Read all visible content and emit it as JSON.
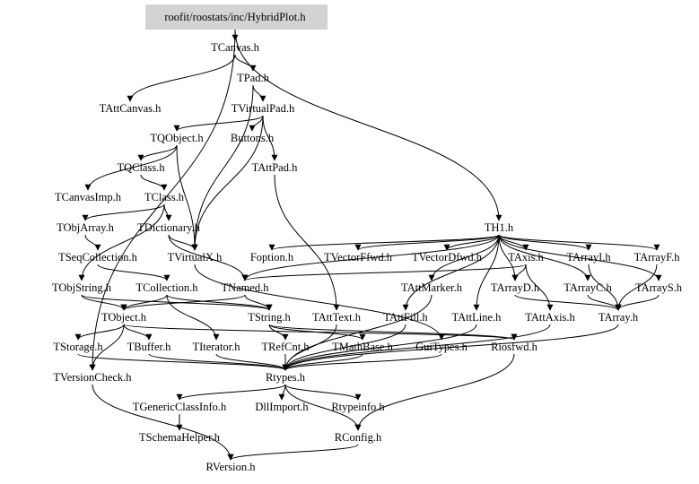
{
  "root": "roofit/roostats/inc/HybridPlot.h",
  "nodes": [
    {
      "id": "root",
      "label": "roofit/roostats/inc/HybridPlot.h"
    },
    {
      "id": "TCanvas",
      "label": "TCanvas.h"
    },
    {
      "id": "TPad",
      "label": "TPad.h"
    },
    {
      "id": "TAttCanvas",
      "label": "TAttCanvas.h"
    },
    {
      "id": "TVirtualPad",
      "label": "TVirtualPad.h"
    },
    {
      "id": "TQObject",
      "label": "TQObject.h"
    },
    {
      "id": "Buttons",
      "label": "Buttons.h"
    },
    {
      "id": "TQClass",
      "label": "TQClass.h"
    },
    {
      "id": "TAttPad",
      "label": "TAttPad.h"
    },
    {
      "id": "TCanvasImp",
      "label": "TCanvasImp.h"
    },
    {
      "id": "TClass",
      "label": "TClass.h"
    },
    {
      "id": "TObjArray",
      "label": "TObjArray.h"
    },
    {
      "id": "TDictionary",
      "label": "TDictionary.h"
    },
    {
      "id": "TH1",
      "label": "TH1.h"
    },
    {
      "id": "TSeqCollection",
      "label": "TSeqCollection.h"
    },
    {
      "id": "TVirtualX",
      "label": "TVirtualX.h"
    },
    {
      "id": "Foption",
      "label": "Foption.h"
    },
    {
      "id": "TVectorFfwd",
      "label": "TVectorFfwd.h"
    },
    {
      "id": "TVectorDfwd",
      "label": "TVectorDfwd.h"
    },
    {
      "id": "TAxis",
      "label": "TAxis.h"
    },
    {
      "id": "TArrayI",
      "label": "TArrayI.h"
    },
    {
      "id": "TArrayF",
      "label": "TArrayF.h"
    },
    {
      "id": "TObjString",
      "label": "TObjString.h"
    },
    {
      "id": "TCollection",
      "label": "TCollection.h"
    },
    {
      "id": "TNamed",
      "label": "TNamed.h"
    },
    {
      "id": "TAttMarker",
      "label": "TAttMarker.h"
    },
    {
      "id": "TArrayD",
      "label": "TArrayD.h"
    },
    {
      "id": "TArrayC",
      "label": "TArrayC.h"
    },
    {
      "id": "TArrayS",
      "label": "TArrayS.h"
    },
    {
      "id": "TObject",
      "label": "TObject.h"
    },
    {
      "id": "TString",
      "label": "TString.h"
    },
    {
      "id": "TAttText",
      "label": "TAttText.h"
    },
    {
      "id": "TAttFill",
      "label": "TAttFill.h"
    },
    {
      "id": "TAttLine",
      "label": "TAttLine.h"
    },
    {
      "id": "TAttAxis",
      "label": "TAttAxis.h"
    },
    {
      "id": "TArray",
      "label": "TArray.h"
    },
    {
      "id": "TStorage",
      "label": "TStorage.h"
    },
    {
      "id": "TBuffer",
      "label": "TBuffer.h"
    },
    {
      "id": "TIterator",
      "label": "TIterator.h"
    },
    {
      "id": "TRefCnt",
      "label": "TRefCnt.h"
    },
    {
      "id": "TMathBase",
      "label": "TMathBase.h"
    },
    {
      "id": "GuiTypes",
      "label": "GuiTypes.h"
    },
    {
      "id": "Riosfwd",
      "label": "Riosfwd.h"
    },
    {
      "id": "TVersionCheck",
      "label": "TVersionCheck.h"
    },
    {
      "id": "Rtypes",
      "label": "Rtypes.h"
    },
    {
      "id": "TGenericClassInfo",
      "label": "TGenericClassInfo.h"
    },
    {
      "id": "DllImport",
      "label": "DllImport.h"
    },
    {
      "id": "Rtypeinfo",
      "label": "Rtypeinfo.h"
    },
    {
      "id": "TSchemaHelper",
      "label": "TSchemaHelper.h"
    },
    {
      "id": "RConfig",
      "label": "RConfig.h"
    },
    {
      "id": "RVersion",
      "label": "RVersion.h"
    }
  ],
  "edges": [
    [
      "root",
      "TCanvas"
    ],
    [
      "root",
      "TH1"
    ],
    [
      "root",
      "TVersionCheck"
    ],
    [
      "TCanvas",
      "TPad"
    ],
    [
      "TCanvas",
      "TAttCanvas"
    ],
    [
      "TPad",
      "TVirtualPad"
    ],
    [
      "TPad",
      "TVirtualX"
    ],
    [
      "TVirtualPad",
      "TQObject"
    ],
    [
      "TVirtualPad",
      "Buttons"
    ],
    [
      "TVirtualPad",
      "TAttPad"
    ],
    [
      "TVirtualPad",
      "TVirtualX"
    ],
    [
      "TQObject",
      "TQClass"
    ],
    [
      "TQObject",
      "TCanvasImp"
    ],
    [
      "TQObject",
      "TVirtualX"
    ],
    [
      "TQClass",
      "TClass"
    ],
    [
      "TClass",
      "TObjArray"
    ],
    [
      "TClass",
      "TDictionary"
    ],
    [
      "TClass",
      "TObjString"
    ],
    [
      "TObjArray",
      "TSeqCollection"
    ],
    [
      "TDictionary",
      "TNamed"
    ],
    [
      "TDictionary",
      "TVirtualX"
    ],
    [
      "TSeqCollection",
      "TCollection"
    ],
    [
      "TCollection",
      "TObject"
    ],
    [
      "TCollection",
      "TIterator"
    ],
    [
      "TCollection",
      "TString"
    ],
    [
      "TObjString",
      "TObject"
    ],
    [
      "TObjString",
      "TString"
    ],
    [
      "TNamed",
      "TObject"
    ],
    [
      "TNamed",
      "TString"
    ],
    [
      "TAttPad",
      "TAttText"
    ],
    [
      "TH1",
      "TAxis"
    ],
    [
      "TH1",
      "TArrayI"
    ],
    [
      "TH1",
      "TArrayF"
    ],
    [
      "TH1",
      "TArrayD"
    ],
    [
      "TH1",
      "TArrayC"
    ],
    [
      "TH1",
      "TArrayS"
    ],
    [
      "TH1",
      "TVectorFfwd"
    ],
    [
      "TH1",
      "TVectorDfwd"
    ],
    [
      "TH1",
      "Foption"
    ],
    [
      "TH1",
      "TAttMarker"
    ],
    [
      "TH1",
      "TAttLine"
    ],
    [
      "TH1",
      "TAttFill"
    ],
    [
      "TH1",
      "TNamed"
    ],
    [
      "TAxis",
      "TAttAxis"
    ],
    [
      "TAxis",
      "TArrayD"
    ],
    [
      "TAxis",
      "TNamed"
    ],
    [
      "TArrayI",
      "TArray"
    ],
    [
      "TArrayF",
      "TArray"
    ],
    [
      "TArrayD",
      "TArray"
    ],
    [
      "TArrayC",
      "TArray"
    ],
    [
      "TArrayS",
      "TArray"
    ],
    [
      "TObject",
      "TStorage"
    ],
    [
      "TObject",
      "TBuffer"
    ],
    [
      "TObject",
      "TVersionCheck"
    ],
    [
      "TObject",
      "Riosfwd"
    ],
    [
      "TString",
      "TRefCnt"
    ],
    [
      "TString",
      "TMathBase"
    ],
    [
      "TString",
      "Riosfwd"
    ],
    [
      "TAttText",
      "Rtypes"
    ],
    [
      "TAttFill",
      "Rtypes"
    ],
    [
      "TAttLine",
      "Rtypes"
    ],
    [
      "TAttAxis",
      "Rtypes"
    ],
    [
      "TArray",
      "Rtypes"
    ],
    [
      "TStorage",
      "Rtypes"
    ],
    [
      "TBuffer",
      "Rtypes"
    ],
    [
      "TIterator",
      "Rtypes"
    ],
    [
      "TRefCnt",
      "Rtypes"
    ],
    [
      "TMathBase",
      "Rtypes"
    ],
    [
      "GuiTypes",
      "Rtypes"
    ],
    [
      "TAttMarker",
      "Rtypes"
    ],
    [
      "Rtypes",
      "TGenericClassInfo"
    ],
    [
      "Rtypes",
      "DllImport"
    ],
    [
      "Rtypes",
      "Rtypeinfo"
    ],
    [
      "Rtypes",
      "RConfig"
    ],
    [
      "Riosfwd",
      "RConfig"
    ],
    [
      "TGenericClassInfo",
      "TSchemaHelper"
    ],
    [
      "TVersionCheck",
      "RVersion"
    ],
    [
      "RConfig",
      "RVersion"
    ],
    [
      "TVirtualX",
      "GuiTypes"
    ]
  ]
}
